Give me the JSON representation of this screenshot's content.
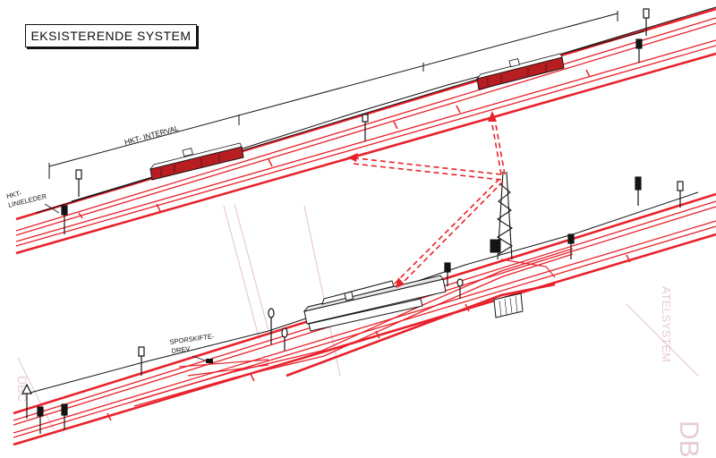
{
  "title": "EKSISTERENDE SYSTEM",
  "labels": {
    "interval": "HKT- INTERVAL",
    "linieleder_1": "HKT-",
    "linieleder_2": "LINIELEDER",
    "drev_1": "SPORSKIFTE-",
    "drev_2": "DREV"
  },
  "colors": {
    "rail": "#e8212b",
    "ink": "#141414",
    "train": "#b81d22",
    "bleed": "#d9a7b3"
  },
  "icons": [
    "signal-icon",
    "radio-mast-icon",
    "relay-cabinet-icon",
    "train-icon",
    "station-building-icon",
    "switch-machine-icon"
  ]
}
